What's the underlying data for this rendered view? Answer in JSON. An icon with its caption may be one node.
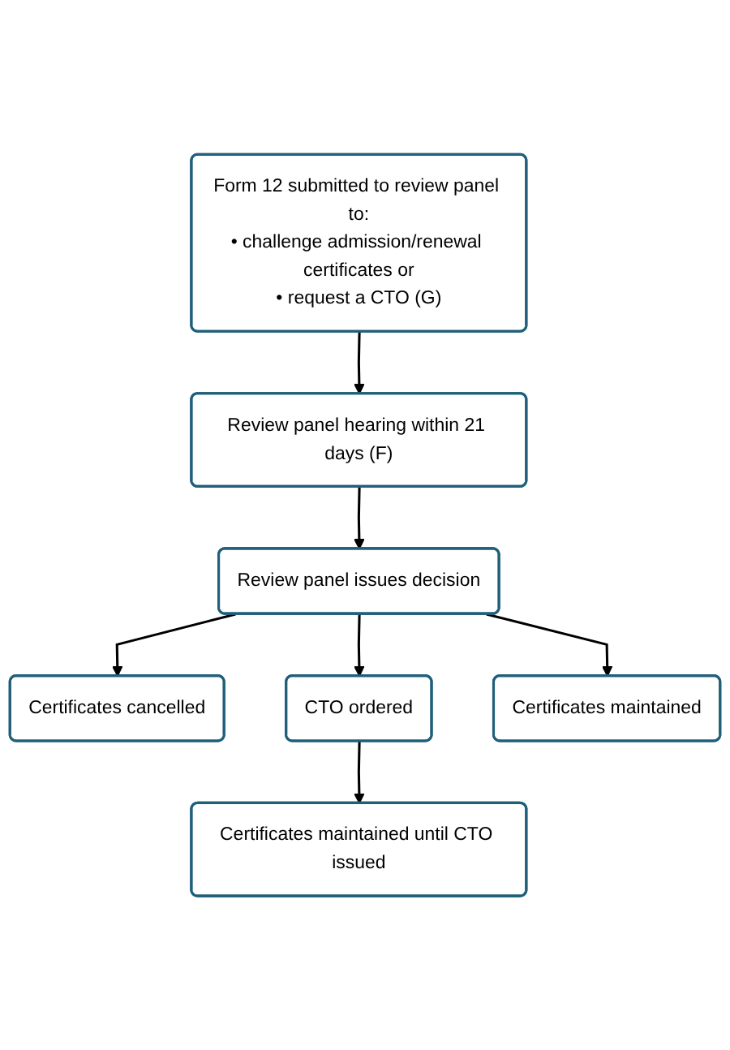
{
  "diagram": {
    "nodes": [
      {
        "text": [
          "Form 12 submitted to review panel to:",
          "• challenge admission/renewal certificates or",
          "• request a CTO (G)"
        ]
      },
      {
        "text": [
          "Review panel hearing within 21 days (F)"
        ]
      },
      {
        "text": [
          "Review panel issues decision"
        ]
      },
      {
        "text": [
          "Certificates cancelled"
        ]
      },
      {
        "text": [
          "CTO ordered"
        ]
      },
      {
        "text": [
          "Certificates maintained"
        ]
      },
      {
        "text": [
          "Certificates maintained until CTO issued"
        ]
      }
    ],
    "edges": [
      {
        "from": 0,
        "to": 1,
        "arrow": "to"
      },
      {
        "from": 1,
        "to": 2,
        "arrow": "to"
      },
      {
        "from": 2,
        "to": 3,
        "arrow": "to"
      },
      {
        "from": 2,
        "to": 4,
        "arrow": "to"
      },
      {
        "from": 2,
        "to": 5,
        "arrow": "to"
      },
      {
        "from": 4,
        "to": 6,
        "arrow": "to"
      }
    ]
  }
}
